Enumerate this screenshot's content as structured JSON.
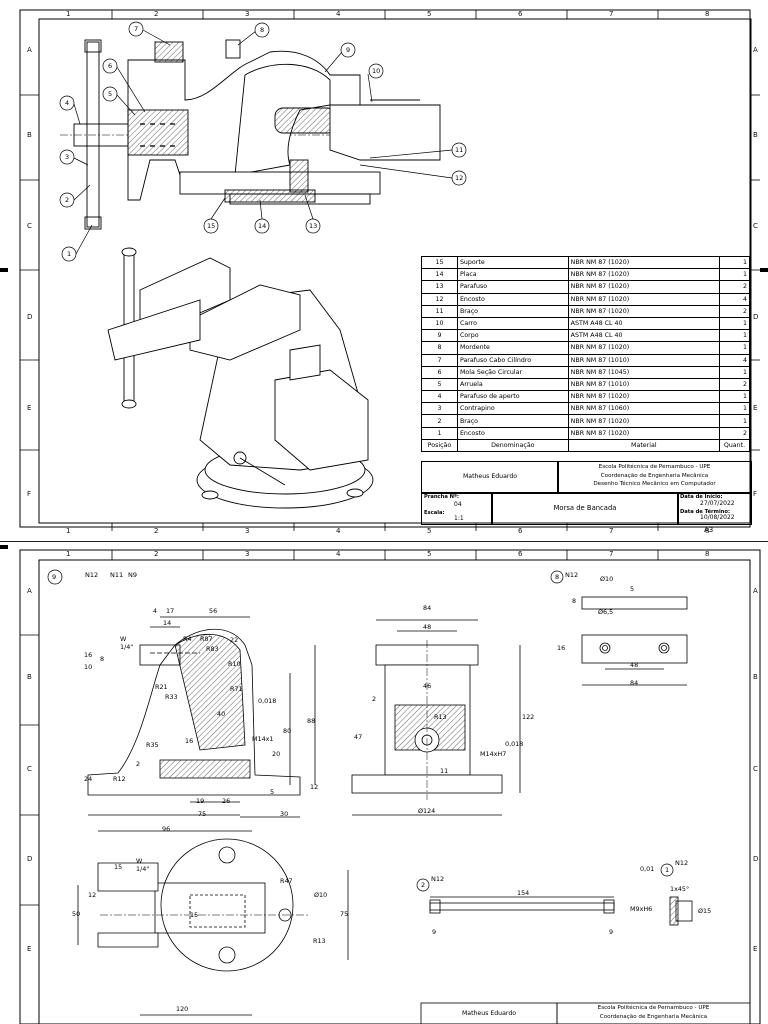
{
  "sheet1": {
    "grid_cols": [
      "1",
      "2",
      "3",
      "4",
      "5",
      "6",
      "7",
      "8"
    ],
    "grid_rows": [
      "A",
      "B",
      "C",
      "D",
      "E",
      "F"
    ],
    "balloons": [
      "1",
      "2",
      "3",
      "4",
      "5",
      "6",
      "7",
      "8",
      "9",
      "10",
      "11",
      "12",
      "13",
      "14",
      "15"
    ],
    "parts_table": {
      "rows": [
        {
          "pos": "15",
          "name": "Suporte",
          "material": "NBR NM 87 (1020)",
          "qty": "1"
        },
        {
          "pos": "14",
          "name": "Placa",
          "material": "NBR NM 87 (1020)",
          "qty": "1"
        },
        {
          "pos": "13",
          "name": "Parafuso",
          "material": "NBR NM 87 (1020)",
          "qty": "2"
        },
        {
          "pos": "12",
          "name": "Encosto",
          "material": "NBR NM 87 (1020)",
          "qty": "4"
        },
        {
          "pos": "11",
          "name": "Braço",
          "material": "NBR NM 87 (1020)",
          "qty": "2"
        },
        {
          "pos": "10",
          "name": "Carro",
          "material": "ASTM A48 CL 40",
          "qty": "1"
        },
        {
          "pos": "9",
          "name": "Corpo",
          "material": "ASTM A48 CL 40",
          "qty": "1"
        },
        {
          "pos": "8",
          "name": "Mordente",
          "material": "NBR NM 87 (1020)",
          "qty": "1"
        },
        {
          "pos": "7",
          "name": "Parafuso Cabo Cilíndro",
          "material": "NBR NM 87 (1010)",
          "qty": "4"
        },
        {
          "pos": "6",
          "name": "Mola Seção Circular",
          "material": "NBR NM 87 (1045)",
          "qty": "1"
        },
        {
          "pos": "5",
          "name": "Arruela",
          "material": "NBR NM 87 (1010)",
          "qty": "2"
        },
        {
          "pos": "4",
          "name": "Parafuso de aperto",
          "material": "NBR NM 87 (1020)",
          "qty": "1"
        },
        {
          "pos": "3",
          "name": "Contrapino",
          "material": "NBR NM 87 (1060)",
          "qty": "1"
        },
        {
          "pos": "2",
          "name": "Braço",
          "material": "NBR NM 87 (1020)",
          "qty": "1"
        },
        {
          "pos": "1",
          "name": "Encosto",
          "material": "NBR NM 87 (1020)",
          "qty": "2"
        }
      ],
      "headers": {
        "pos": "Posição",
        "name": "Denominação",
        "material": "Material",
        "qty": "Quant."
      }
    },
    "title_block": {
      "author": "Matheus Eduardo",
      "institution_1": "Escola Politécnica de Pernambuco - UPE",
      "institution_2": "Coordenação de Engenharia Mecânica",
      "institution_3": "Desenho Técnico Mecânico em Computador",
      "prancha_label": "Prancha Nº:",
      "prancha_value": "04",
      "escala_label": "Escala:",
      "escala_value": "1:1",
      "title": "Morsa de Bancada",
      "start_label": "Data de Início:",
      "start_value": "27/07/2022",
      "end_label": "Data de Término:",
      "end_value": "10/08/2022",
      "format": "A3"
    }
  },
  "sheet2": {
    "grid_cols": [
      "1",
      "2",
      "3",
      "4",
      "5",
      "6",
      "7",
      "8"
    ],
    "grid_rows": [
      "A",
      "B",
      "C",
      "D",
      "E"
    ],
    "callouts": {
      "p9": "9",
      "p8": "8",
      "p1": "1",
      "p2": "2"
    },
    "surface_marks": {
      "n12": "N12",
      "n11": "N11",
      "n9": "N9"
    },
    "dims_corpo": [
      "17",
      "56",
      "14",
      "4",
      "W 1/4\"",
      "R4",
      "R87",
      "R83",
      "22",
      "16",
      "10",
      "8",
      "R21",
      "R33",
      "40",
      "R10",
      "R71",
      "0,018",
      "88",
      "80",
      "16",
      "R35",
      "M14x1",
      "20",
      "24",
      "2",
      "R12",
      "5",
      "12",
      "19",
      "26",
      "75",
      "30"
    ],
    "dims_front": [
      "84",
      "48",
      "2",
      "46",
      "R13",
      "47",
      "122",
      "M14xH7",
      "0,018",
      "11",
      "Ø124"
    ],
    "dims_mordente": [
      "Ø10",
      "8",
      "5",
      "Ø6,5",
      "16",
      "48",
      "84"
    ],
    "dims_base": [
      "96",
      "W 1/4\"",
      "15",
      "12",
      "50",
      "R47",
      "Ø10",
      "75",
      "R13",
      "15",
      "120"
    ],
    "dims_braco": [
      "154",
      "9",
      "9",
      "M9xH6",
      "0,01"
    ],
    "dims_encosto": [
      "1x45°",
      "Ø15"
    ],
    "title_block": {
      "author": "Matheus Eduardo",
      "institution_1": "Escola Politécnica de Pernambuco - UPE",
      "institution_2": "Coordenação de Engenharia Mecânica"
    }
  }
}
